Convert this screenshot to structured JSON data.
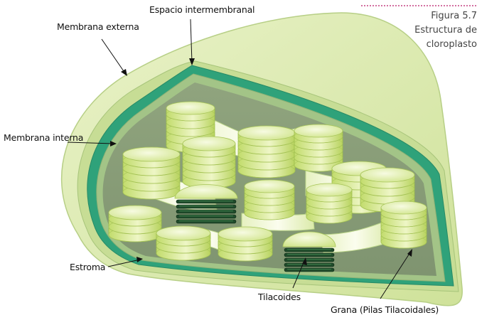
{
  "caption": {
    "figure": "Figura 5.7",
    "line1": "Estructura de",
    "line2": "cloroplasto"
  },
  "labels": {
    "espacio": "Espacio intermembranal",
    "externa": "Membrana externa",
    "interna": "Membrana interna",
    "estroma": "Estroma",
    "tilacoides": "Tilacoides",
    "grana": "Grana (Pilas Tilacoidales)"
  },
  "colors": {
    "outer_membrane": "#dbe9b4",
    "outer_membrane_dark": "#bcd58a",
    "intermembrane_space": "#2fa27a",
    "inner_membrane": "#a9c98a",
    "stroma": "#8fa27e",
    "thylakoid_light": "#eef6c8",
    "thylakoid_mid": "#c4de72",
    "thylakoid_cut": "#1f4a2a",
    "caption_rule": "#d36fa0"
  }
}
